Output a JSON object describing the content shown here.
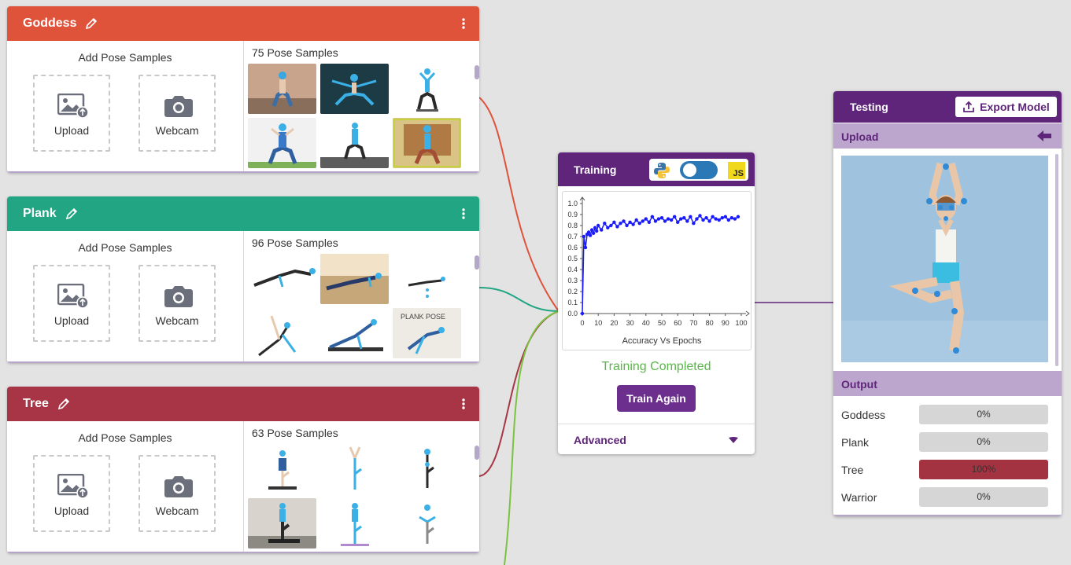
{
  "colors": {
    "goddess": "#e0533b",
    "plank": "#21a582",
    "tree": "#a83545",
    "warrior_wire": "#7cc242",
    "purple": "#5f257a",
    "purple_light": "#bca6cd",
    "training_curve": "#1a1aff"
  },
  "classes": [
    {
      "name": "Goddess",
      "add_title": "Add Pose Samples",
      "upload_label": "Upload",
      "webcam_label": "Webcam",
      "sample_count": "75 Pose Samples",
      "icons": [
        "pencil-icon",
        "kebab-menu-icon",
        "image-upload-icon",
        "camera-icon"
      ]
    },
    {
      "name": "Plank",
      "add_title": "Add Pose Samples",
      "upload_label": "Upload",
      "webcam_label": "Webcam",
      "sample_count": "96 Pose Samples",
      "icons": [
        "pencil-icon",
        "kebab-menu-icon",
        "image-upload-icon",
        "camera-icon"
      ]
    },
    {
      "name": "Tree",
      "add_title": "Add Pose Samples",
      "upload_label": "Upload",
      "webcam_label": "Webcam",
      "sample_count": "63 Pose Samples",
      "icons": [
        "pencil-icon",
        "kebab-menu-icon",
        "image-upload-icon",
        "camera-icon"
      ]
    }
  ],
  "training": {
    "title": "Training",
    "toggle_left_icon": "python-icon",
    "toggle_right_icon": "javascript-icon",
    "toggle_right_text": "JS",
    "status": "Training Completed",
    "button": "Train Again",
    "advanced": "Advanced"
  },
  "testing": {
    "title": "Testing",
    "export_button": "Export Model",
    "upload_label": "Upload",
    "output_label": "Output",
    "outputs": [
      {
        "label": "Goddess",
        "value": "0%",
        "fraction": 0
      },
      {
        "label": "Plank",
        "value": "0%",
        "fraction": 0
      },
      {
        "label": "Tree",
        "value": "100%",
        "fraction": 1
      },
      {
        "label": "Warrior",
        "value": "0%",
        "fraction": 0
      }
    ]
  },
  "chart_data": {
    "type": "scatter",
    "title": "",
    "xlabel": "Accuracy Vs Epochs",
    "ylabel": "",
    "xlim": [
      0,
      100
    ],
    "ylim": [
      0,
      1.0
    ],
    "x_ticks": [
      "0",
      "10",
      "20",
      "30",
      "40",
      "50",
      "60",
      "70",
      "80",
      "90",
      "100"
    ],
    "y_ticks": [
      "0.0",
      "0.1",
      "0.2",
      "0.3",
      "0.4",
      "0.5",
      "0.6",
      "0.7",
      "0.8",
      "0.9",
      "1.0"
    ],
    "grid": false,
    "series": [
      {
        "x": [
          0,
          1,
          2,
          3,
          4,
          5,
          6,
          7,
          8,
          9,
          10,
          12,
          14,
          16,
          18,
          20,
          22,
          24,
          26,
          28,
          30,
          32,
          34,
          36,
          38,
          40,
          42,
          44,
          46,
          48,
          50,
          52,
          54,
          56,
          58,
          60,
          62,
          64,
          66,
          68,
          70,
          72,
          74,
          76,
          78,
          80,
          82,
          84,
          86,
          88,
          90,
          92,
          94,
          96,
          98
        ],
        "y": [
          0.0,
          0.7,
          0.6,
          0.72,
          0.74,
          0.71,
          0.76,
          0.73,
          0.78,
          0.75,
          0.8,
          0.76,
          0.82,
          0.78,
          0.8,
          0.83,
          0.79,
          0.82,
          0.84,
          0.8,
          0.83,
          0.81,
          0.85,
          0.82,
          0.84,
          0.86,
          0.83,
          0.88,
          0.84,
          0.86,
          0.87,
          0.84,
          0.86,
          0.85,
          0.88,
          0.83,
          0.86,
          0.87,
          0.84,
          0.88,
          0.82,
          0.86,
          0.89,
          0.85,
          0.87,
          0.84,
          0.88,
          0.86,
          0.85,
          0.87,
          0.88,
          0.85,
          0.87,
          0.86,
          0.88
        ]
      }
    ]
  }
}
